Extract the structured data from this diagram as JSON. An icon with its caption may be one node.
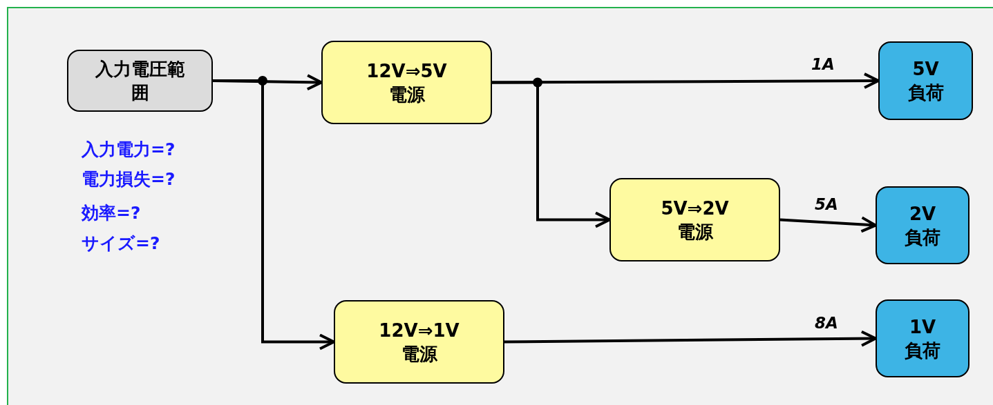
{
  "diagram": {
    "nodes": [
      {
        "text": [
          "入力電圧範囲"
        ]
      },
      {
        "text": [
          "12V⇒5V",
          "電源"
        ]
      },
      {
        "text": [
          "5V⇒2V",
          "電源"
        ]
      },
      {
        "text": [
          "12V⇒1V",
          "電源"
        ]
      },
      {
        "text": [
          "5V",
          "負荷"
        ]
      },
      {
        "text": [
          "2V",
          "負荷"
        ]
      },
      {
        "text": [
          "1V",
          "負荷"
        ]
      }
    ],
    "edges": [
      {
        "from": 0,
        "to": 1,
        "arrow": "to"
      },
      {
        "from": 0,
        "to": 3,
        "arrow": "to"
      },
      {
        "from": 1,
        "to": 4,
        "arrow": "to",
        "label": "1A"
      },
      {
        "from": 1,
        "to": 2,
        "arrow": "to"
      },
      {
        "from": 2,
        "to": 5,
        "arrow": "to",
        "label": "5A"
      },
      {
        "from": 3,
        "to": 6,
        "arrow": "to",
        "label": "8A"
      }
    ],
    "labels": [
      "入力電力=?",
      "電力損失=?",
      "効率=?",
      "サイズ=?"
    ]
  }
}
